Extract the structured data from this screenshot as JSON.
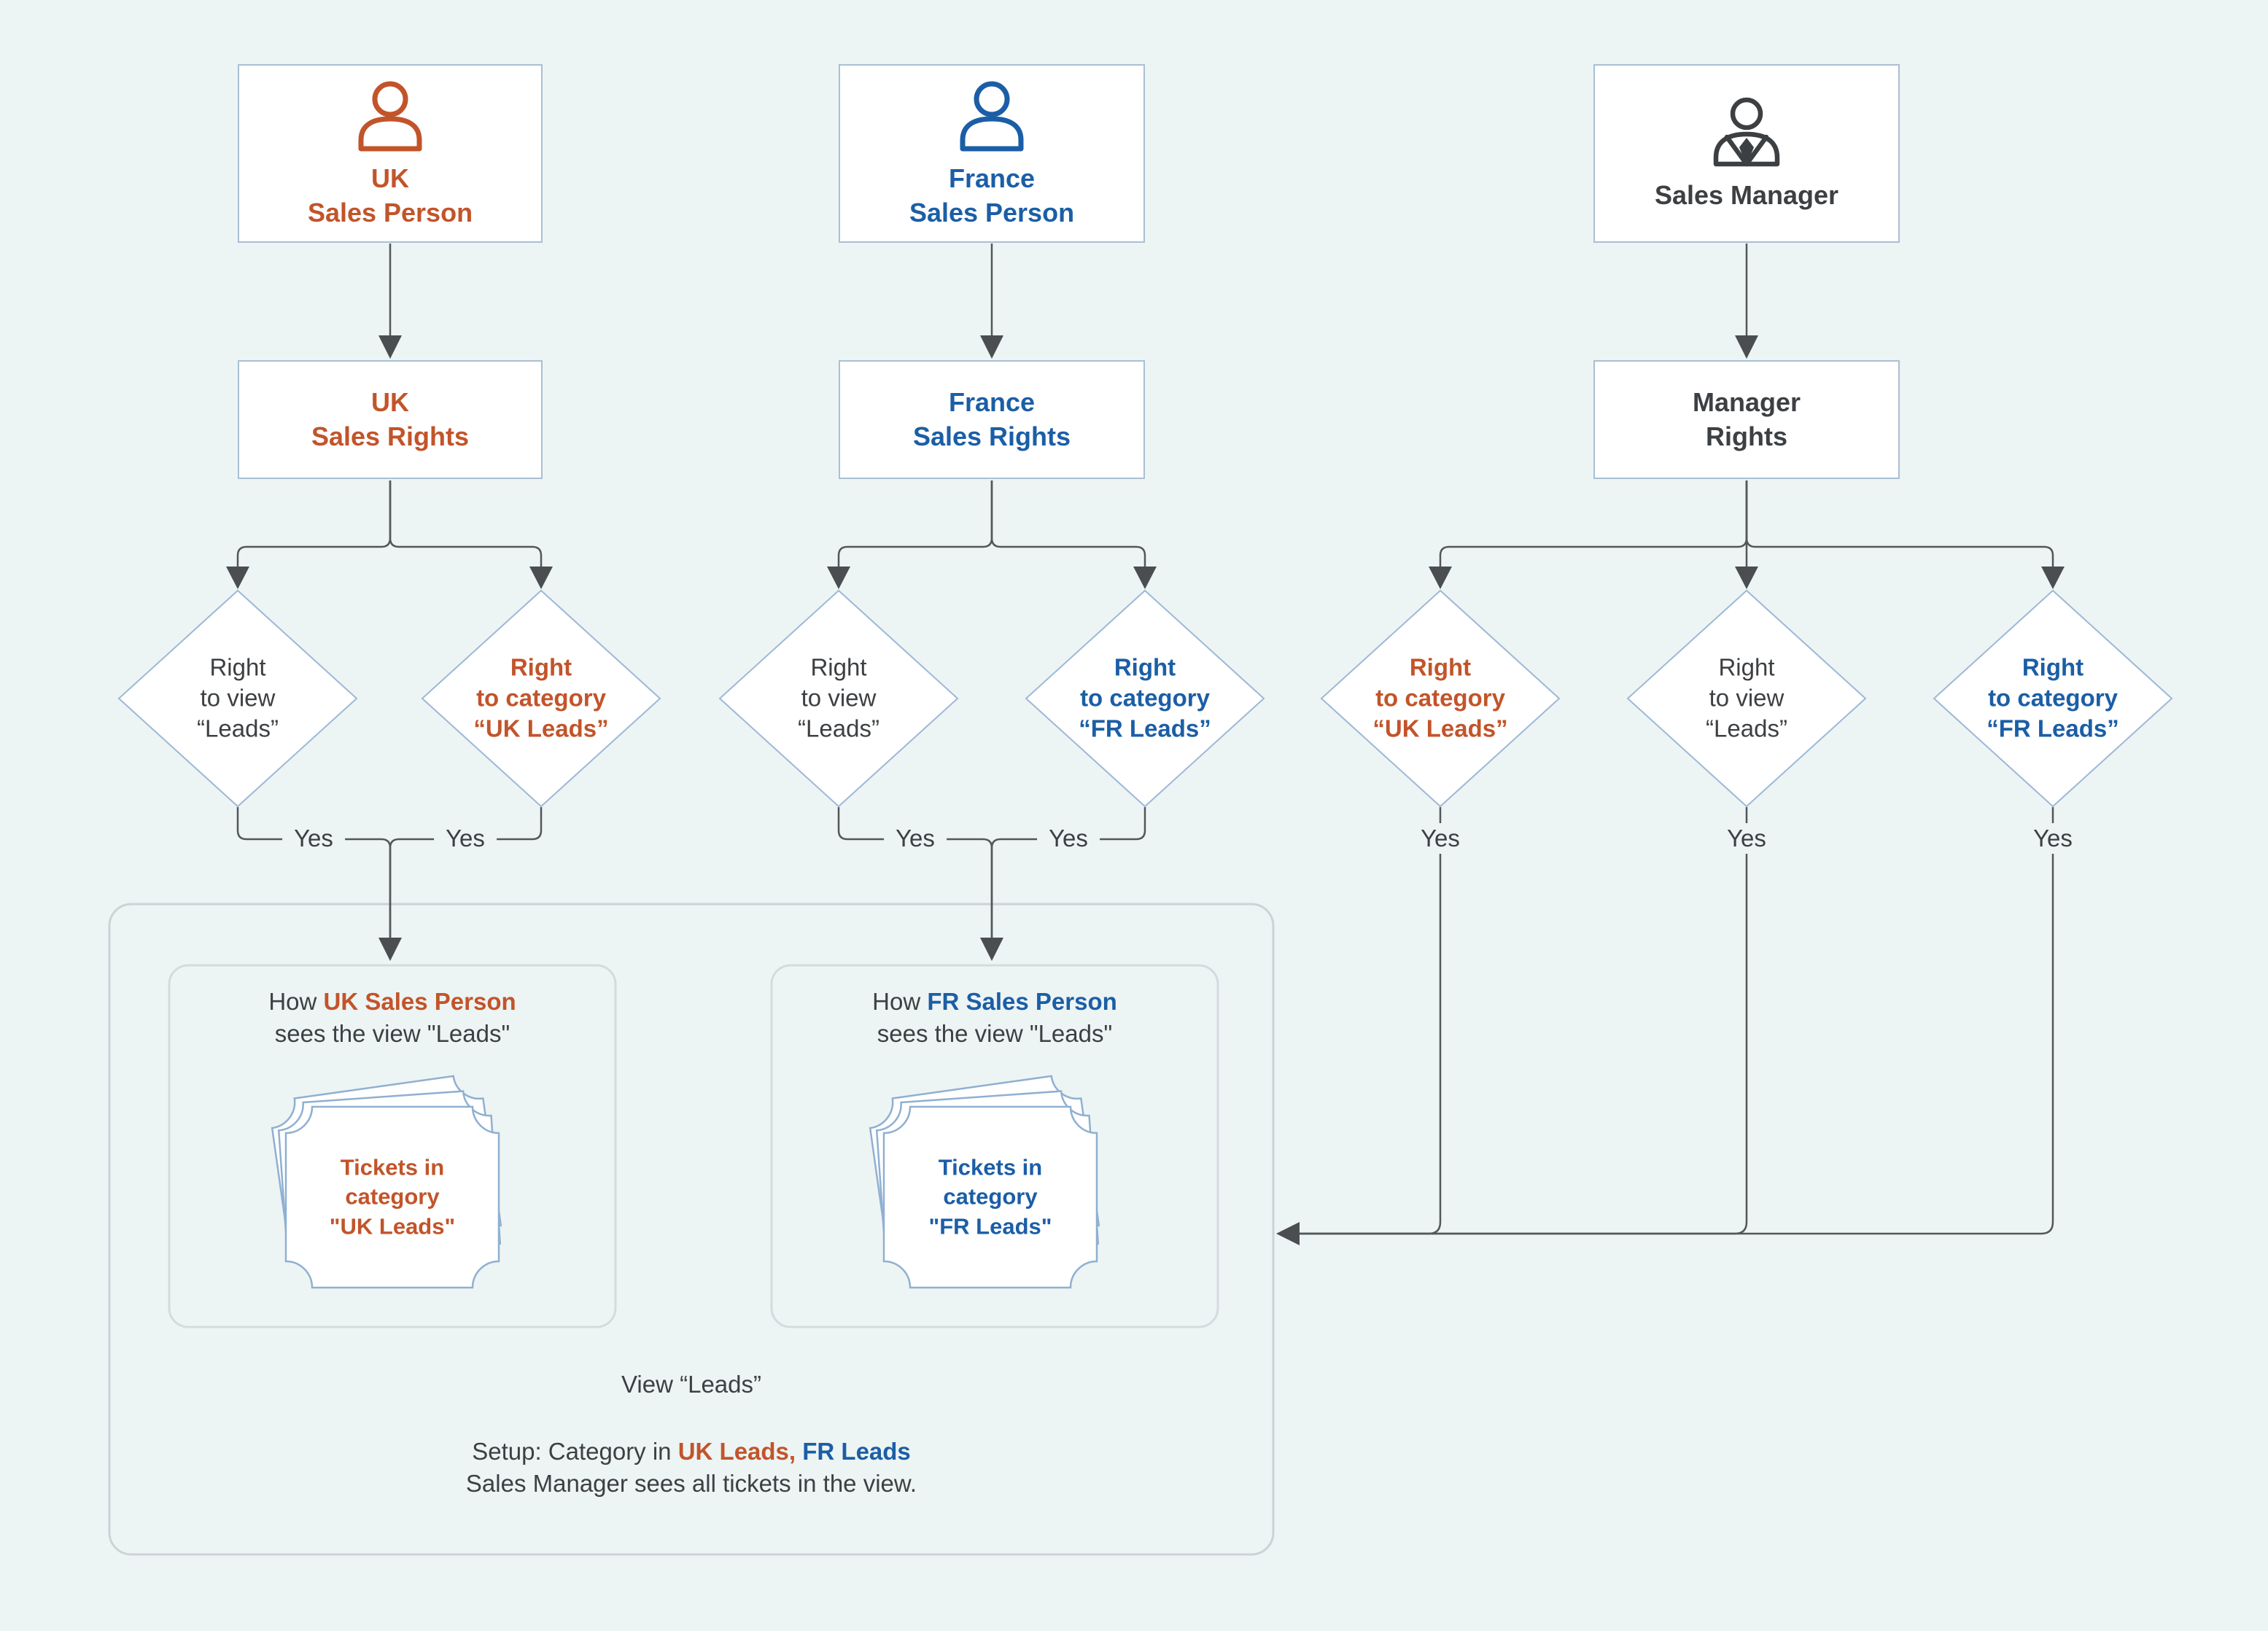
{
  "palette": {
    "background": "#edf4f4",
    "box_fill": "#ffffff",
    "box_border": "#a9bfd3",
    "diamond_border": "#9db8d8",
    "container_border": "#cbd3d7",
    "subbox_border": "#d4dbde",
    "ticket_border": "#8fb0d1",
    "connector_line": "#53575a",
    "arrowhead": "#4a4e51",
    "orange": "#c2542a",
    "blue": "#1b5ea6",
    "dark_text": "#3d4043"
  },
  "icons": {
    "uk_actor": "person-icon",
    "france_actor": "person-icon",
    "manager_actor": "manager-person-icon"
  },
  "columns": [
    {
      "actor": "UK\nSales Person",
      "rights": "UK\nSales Rights"
    },
    {
      "actor": "France\nSales Person",
      "rights": "France\nSales Rights"
    },
    {
      "actor": "Sales Manager",
      "rights": "Manager\nRights"
    }
  ],
  "diamonds": [
    {
      "text": "Right\nto view\n“Leads”"
    },
    {
      "text": "Right\nto category\n“UK Leads”"
    },
    {
      "text": "Right\nto view\n“Leads”"
    },
    {
      "text": "Right\nto category\n“FR Leads”"
    },
    {
      "text": "Right\nto category\n“UK Leads”"
    },
    {
      "text": "Right\nto view\n“Leads”"
    },
    {
      "text": "Right\nto category\n“FR Leads”"
    }
  ],
  "labels": {
    "yes": "Yes"
  },
  "result_boxes": [
    {
      "title_prefix": "How ",
      "title_actor": "UK Sales Person",
      "title_line2": "sees the view \"Leads\"",
      "ticket_text": "Tickets in\ncategory\n\"UK Leads\""
    },
    {
      "title_prefix": "How ",
      "title_actor": "FR Sales Person",
      "title_line2": "sees the view \"Leads\"",
      "ticket_text": "Tickets in\ncategory\n\"FR Leads\""
    }
  ],
  "footer": {
    "view_title": "View “Leads”",
    "setup_prefix": "Setup: Category in ",
    "setup_uk": "UK Leads,",
    "setup_fr": "FR Leads",
    "note": "Sales Manager sees all tickets in the view."
  }
}
